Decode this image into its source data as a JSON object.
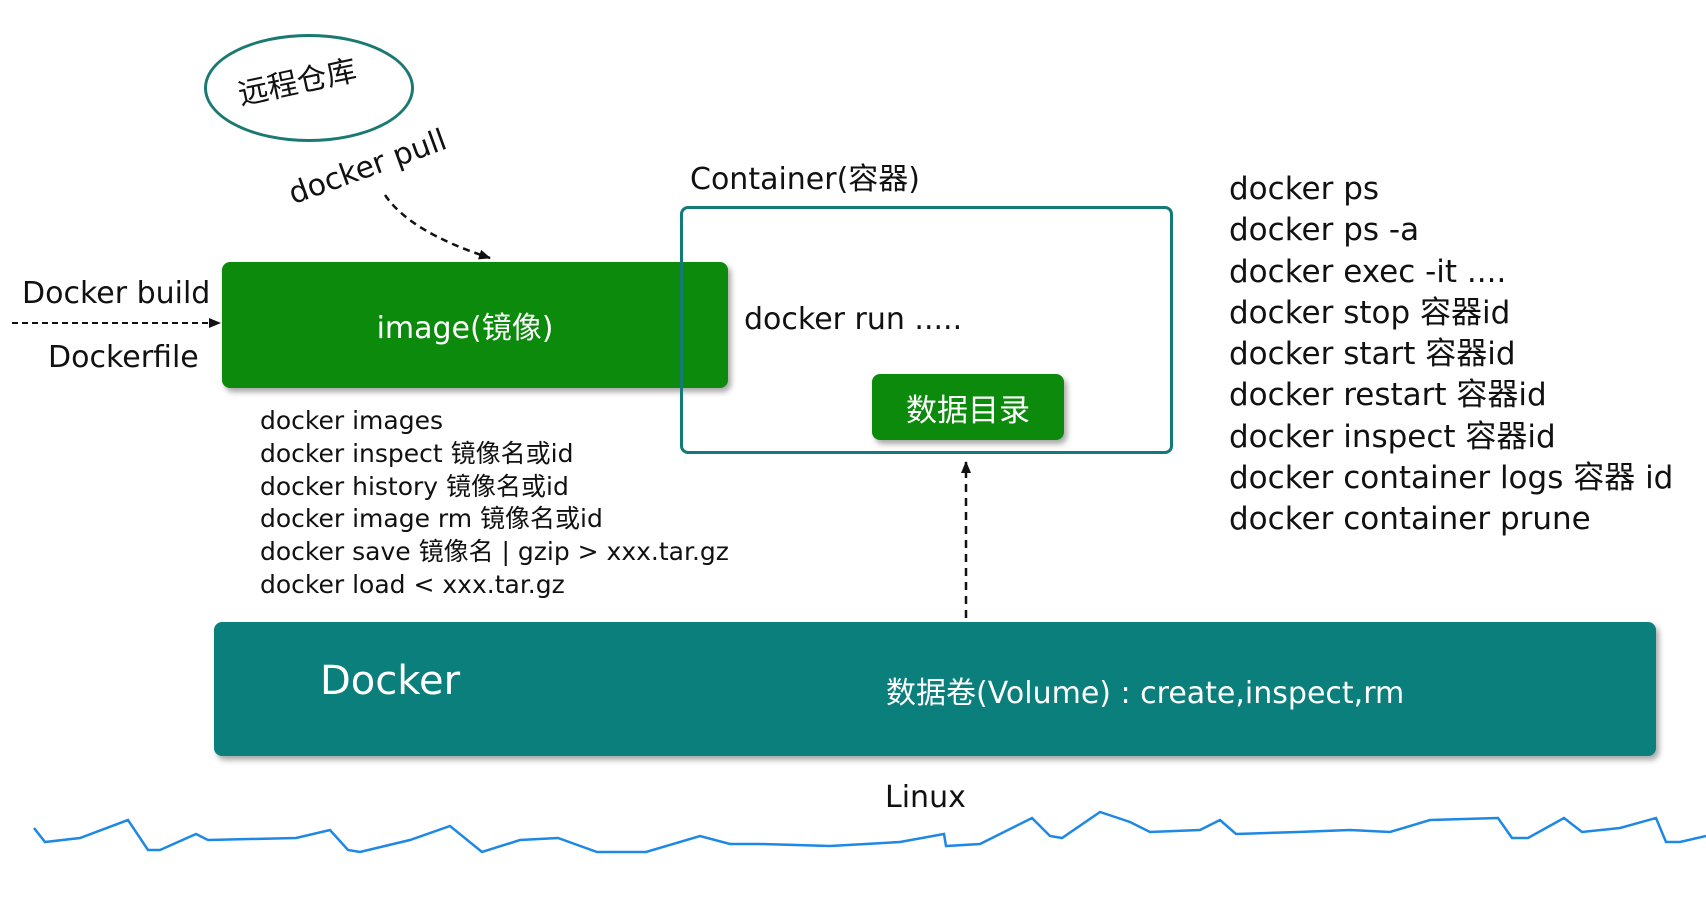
{
  "remote_repo": {
    "label": "远程仓库"
  },
  "pull": {
    "label": "docker pull"
  },
  "build": {
    "label": "Docker build",
    "file_label": "Dockerfile"
  },
  "image": {
    "label": "image(镜像)",
    "commands": [
      "docker  images",
      "docker  inspect 镜像名或id",
      "docker  history 镜像名或id",
      "docker  image rm 镜像名或id",
      "docker save 镜像名 | gzip > xxx.tar.gz",
      "docker load < xxx.tar.gz"
    ]
  },
  "container": {
    "title": "Container(容器)",
    "run_label": "docker  run .....",
    "data_dir_label": "数据目录",
    "commands": [
      "docker ps",
      "docker ps -a",
      "docker exec -it ....",
      "docker stop 容器id",
      "docker start 容器id",
      "docker restart 容器id",
      "docker inspect 容器id",
      "docker container logs 容器 id",
      "docker container prune"
    ]
  },
  "docker": {
    "title": "Docker",
    "volume_label": "数据卷(Volume) : create,inspect,rm"
  },
  "linux": {
    "label": "Linux"
  },
  "colors": {
    "green_box": "#0b8a0b",
    "teal_bar": "#0a7f7b",
    "teal_outline": "#147a78",
    "wave": "#1e88e5"
  }
}
